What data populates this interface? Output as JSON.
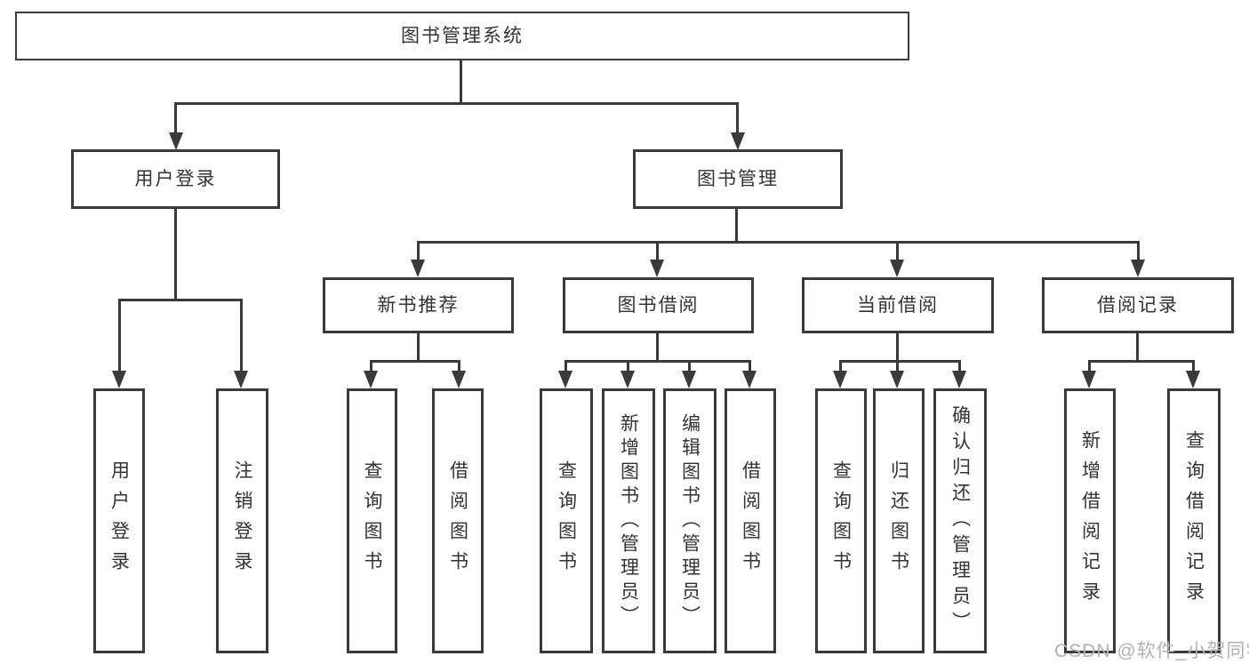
{
  "colors": {
    "background": "#ffffff",
    "line": "#3a3a3a",
    "node_text": "#333333",
    "watermark_text": "#b2b2b2"
  },
  "tree": {
    "label": "图书管理系统",
    "children": [
      {
        "label": "用户登录",
        "children": [
          {
            "label": "用户登录"
          },
          {
            "label": "注销登录"
          }
        ]
      },
      {
        "label": "图书管理",
        "children": [
          {
            "label": "新书推荐",
            "children": [
              {
                "label": "查询图书"
              },
              {
                "label": "借阅图书"
              }
            ]
          },
          {
            "label": "图书借阅",
            "children": [
              {
                "label": "查询图书"
              },
              {
                "label": "新增图书（管理员）"
              },
              {
                "label": "编辑图书（管理员）"
              },
              {
                "label": "借阅图书"
              }
            ]
          },
          {
            "label": "当前借阅",
            "children": [
              {
                "label": "查询图书"
              },
              {
                "label": "归还图书"
              },
              {
                "label": "确认归还（管理员）"
              }
            ]
          },
          {
            "label": "借阅记录",
            "children": [
              {
                "label": "新增借阅记录"
              },
              {
                "label": "查询借阅记录"
              }
            ]
          }
        ]
      }
    ]
  },
  "watermark": {
    "text": "CSDN @软件_小贺同学"
  }
}
